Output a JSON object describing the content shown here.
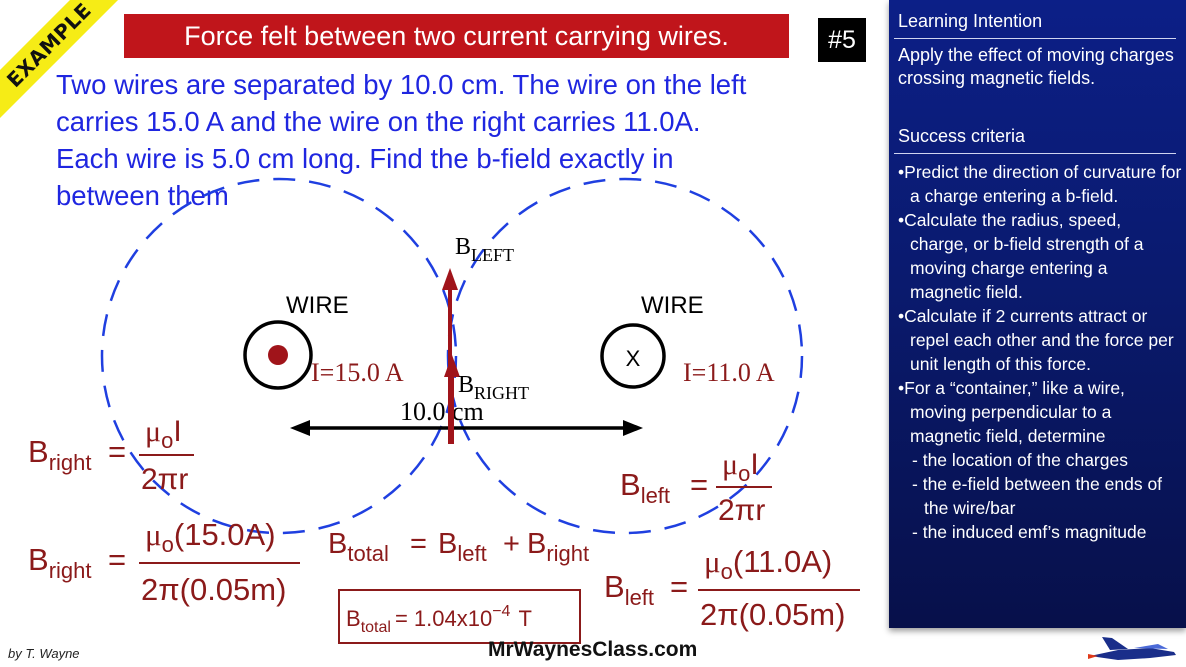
{
  "badge": "EXAMPLE",
  "title": "Force felt between two current carrying wires.",
  "slide_number": "#5",
  "problem": {
    "line1": "Two wires are separated by 10.0 cm. The wire on the left",
    "line2": "carries 15.0 A and the wire on the right carries 11.0A.",
    "line3": "Each wire is 5.0 cm long. Find the b-field exactly in",
    "line4": "between them"
  },
  "diagram": {
    "left_wire_label": "WIRE",
    "right_wire_label": "WIRE",
    "right_wire_symbol": "X",
    "left_current": "I=15.0 A",
    "right_current": "I=11.0 A",
    "b_left_main": "B",
    "b_left_sub": "LEFT",
    "b_right_main": "B",
    "b_right_sub": "RIGHT",
    "distance": "10.0 cm"
  },
  "equations": {
    "b_right_general": {
      "lhs": "B",
      "lhs_sub": "right",
      "num": "μ",
      "num_sub": "o",
      "num_rest": "I",
      "den": "2πr"
    },
    "b_left_general": {
      "lhs": "B",
      "lhs_sub": "left",
      "num": "μ",
      "num_sub": "o",
      "num_rest": "I",
      "den": "2πr"
    },
    "b_total_sum": {
      "lhs": "B",
      "lhs_sub": "total",
      "t1": "B",
      "t1_sub": "left",
      "t2": "B",
      "t2_sub": "right"
    },
    "b_right_sub": {
      "lhs": "B",
      "lhs_sub": "right",
      "num": "μ",
      "num_sub": "o",
      "num_rest": "(15.0A)",
      "den": "2π(0.05m)"
    },
    "b_left_sub": {
      "lhs": "B",
      "lhs_sub": "left",
      "num": "μ",
      "num_sub": "o",
      "num_rest": "(11.0A)",
      "den": "2π(0.05m)"
    },
    "answer": {
      "lhs": "B",
      "lhs_sub": "total",
      "value": "1.04x10",
      "exp": "−4",
      "unit": "T"
    }
  },
  "panel": {
    "learning_intention_heading": "Learning Intention",
    "learning_intention_text": "Apply the effect of moving charges crossing magnetic fields.",
    "success_criteria_heading": "Success criteria",
    "criteria": [
      "Predict the direction of curvature for a charge entering a b-field.",
      "Calculate the radius, speed, charge, or b-field strength of a moving charge entering a magnetic field.",
      "Calculate if 2 currents attract or repel each other and the force per unit length of this force.",
      "For a “container,” like a wire, moving perpendicular to a magnetic field, determine"
    ],
    "sub_criteria": [
      "the location of the charges",
      "the e-field between the ends of the wire/bar",
      "the induced emf’s magnitude"
    ]
  },
  "footer": {
    "author": "by T. Wayne",
    "site": "MrWaynesClass.com"
  },
  "colors": {
    "title_bg": "#c0151b",
    "problem_text": "#1f26e0",
    "equation_text": "#8b1a1a",
    "field_circle": "#1f3fe0",
    "panel_bg": "#0c1f87",
    "badge_bg": "#f6ec16"
  }
}
